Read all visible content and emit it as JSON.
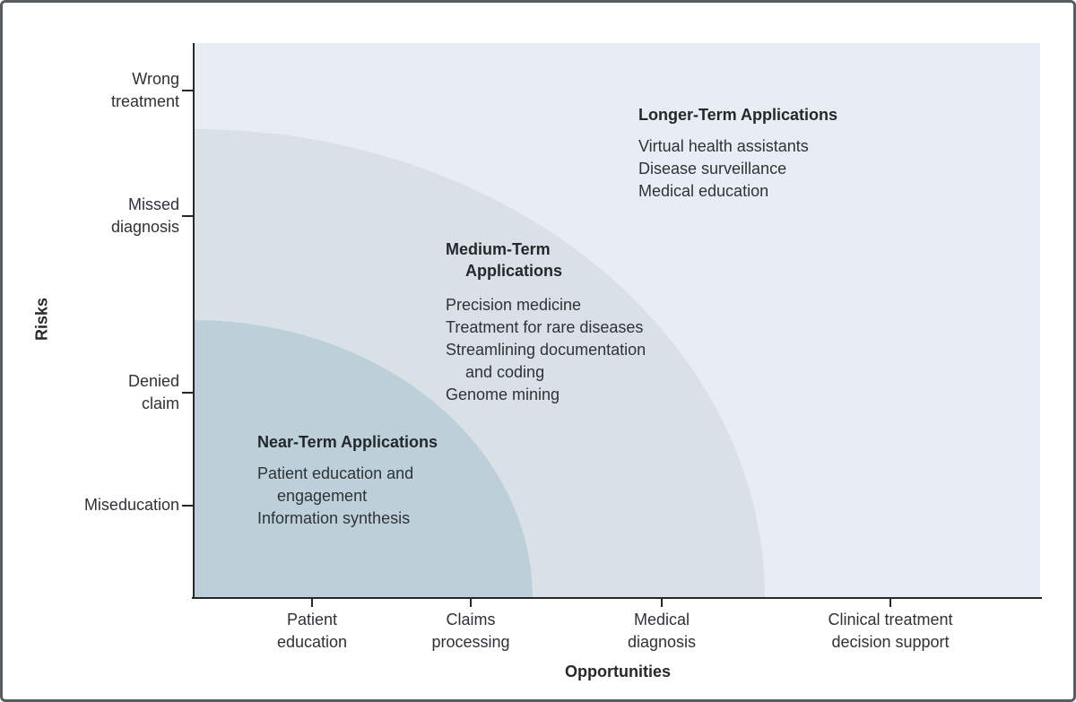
{
  "figure": {
    "y_axis": {
      "title": "Risks",
      "ticks": [
        [
          "Wrong",
          "treatment"
        ],
        [
          "Missed",
          "diagnosis"
        ],
        [
          "Denied",
          "claim"
        ],
        [
          "Miseducation"
        ]
      ]
    },
    "x_axis": {
      "title": "Opportunities",
      "ticks": [
        [
          "Patient",
          "education"
        ],
        [
          "Claims",
          "processing"
        ],
        [
          "Medical",
          "diagnosis"
        ],
        [
          "Clinical treatment",
          "decision support"
        ]
      ]
    },
    "zones": {
      "near": {
        "title": "Near-Term Applications",
        "lines": [
          "Patient education and",
          "engagement",
          "Information synthesis"
        ]
      },
      "medium": {
        "title_line1": "Medium-Term",
        "title_line2": "Applications",
        "lines": [
          "Precision medicine",
          "Treatment for rare diseases",
          "Streamlining documentation",
          "and coding",
          "Genome mining"
        ]
      },
      "longer": {
        "title": "Longer-Term Applications",
        "lines": [
          "Virtual health assistants",
          "Disease surveillance",
          "Medical education"
        ]
      }
    }
  },
  "colors": {
    "zone_near": "#bdd0d9",
    "zone_medium": "#d9e1e7",
    "zone_longer": "#e7edf2",
    "axis": "#26282a",
    "text": "#2e3235",
    "frame_border": "#585d63",
    "background": "#ffffff"
  },
  "chart_data": {
    "type": "area",
    "variant": "nested-quarter-ellipse-zones",
    "title": "",
    "xlabel": "Opportunities",
    "ylabel": "Risks",
    "x_tick_labels": [
      "Patient education",
      "Claims processing",
      "Medical diagnosis",
      "Clinical treatment decision support"
    ],
    "y_tick_labels_top_to_bottom": [
      "Wrong treatment",
      "Missed diagnosis",
      "Denied claim",
      "Miseducation"
    ],
    "grid": false,
    "legend": false,
    "series": [
      {
        "name": "Near-Term Applications",
        "items": [
          "Patient education and engagement",
          "Information synthesis"
        ],
        "color": "#bdd0d9",
        "x_reach_fraction": 0.4,
        "y_reach_fraction": 0.5
      },
      {
        "name": "Medium-Term Applications",
        "items": [
          "Precision medicine",
          "Treatment for rare diseases",
          "Streamlining documentation and coding",
          "Genome mining"
        ],
        "color": "#d9e1e7",
        "x_reach_fraction": 0.68,
        "y_reach_fraction": 0.85
      },
      {
        "name": "Longer-Term Applications",
        "items": [
          "Virtual health assistants",
          "Disease surveillance",
          "Medical education"
        ],
        "color": "#e7edf2",
        "x_reach_fraction": 1.0,
        "y_reach_fraction": 1.0
      }
    ]
  }
}
